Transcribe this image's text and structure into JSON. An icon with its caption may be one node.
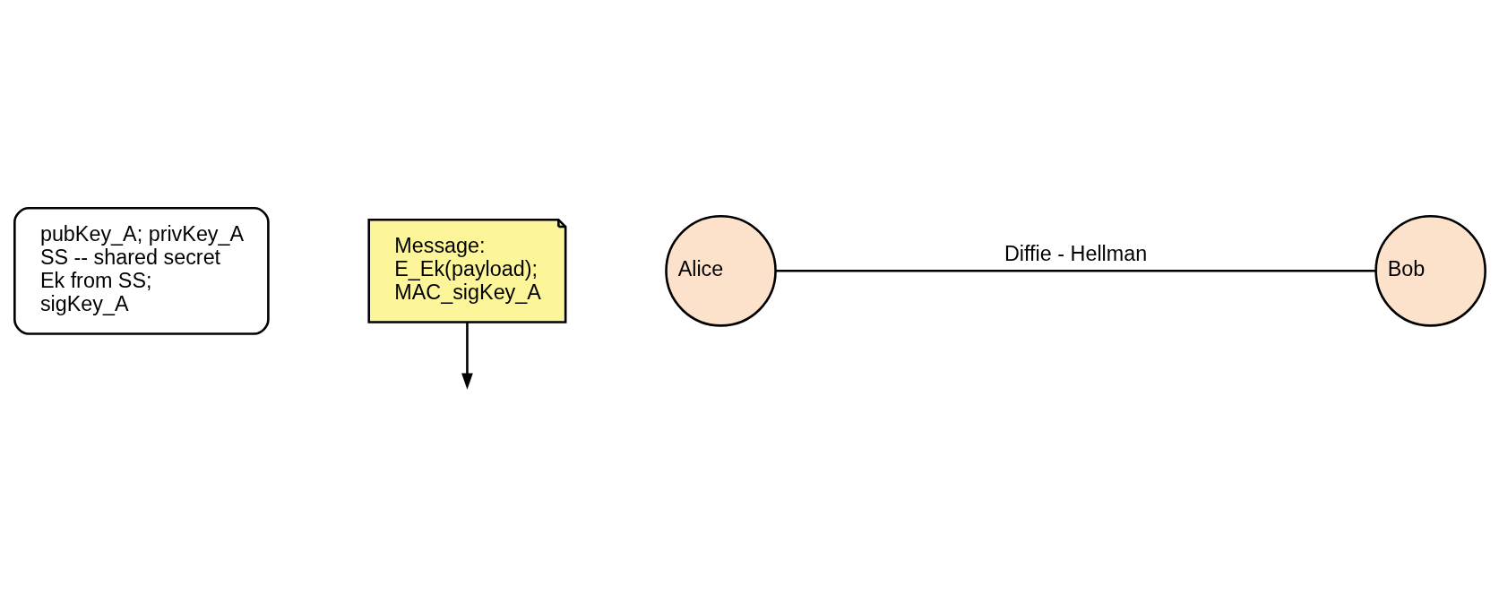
{
  "diagram": {
    "nodes": [
      {
        "text": [
          "pubKey_A; privKey_A",
          "SS -- shared secret",
          "Ek from SS;",
          "sigKey_A"
        ]
      },
      {
        "text": [
          "Message:",
          "E_Ek(payload);",
          "MAC_sigKey_A"
        ]
      },
      {
        "text": [
          "Alice"
        ]
      },
      {
        "text": [
          "Bob"
        ]
      }
    ],
    "edges": [
      {
        "from": 2,
        "to": 3,
        "arrow": "none",
        "label": "Diffie - Hellman"
      },
      {
        "from": 1,
        "to": null,
        "arrow": "to"
      }
    ]
  }
}
